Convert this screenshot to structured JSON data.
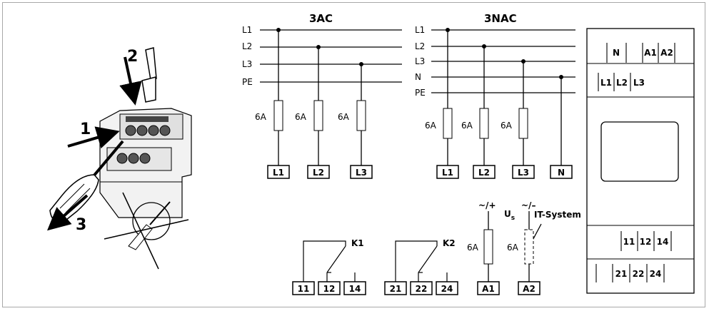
{
  "steps": {
    "step1": "1",
    "step2": "2",
    "step3": "3"
  },
  "ac3": {
    "title": "3AC",
    "lines": [
      "L1",
      "L2",
      "L3",
      "PE"
    ],
    "fuses": [
      "6A",
      "6A",
      "6A"
    ],
    "terminals": [
      "L1",
      "L2",
      "L3"
    ]
  },
  "nac3": {
    "title": "3NAC",
    "lines": [
      "L1",
      "L2",
      "L3",
      "N",
      "PE"
    ],
    "fuses": [
      "6A",
      "6A",
      "6A"
    ],
    "terminals": [
      "L1",
      "L2",
      "L3",
      "N"
    ]
  },
  "relays": [
    {
      "name": "K1",
      "terminals": [
        "11",
        "12",
        "14"
      ]
    },
    {
      "name": "K2",
      "terminals": [
        "21",
        "22",
        "24"
      ]
    }
  ],
  "supply": {
    "plus_label": "~/+",
    "minus_label": "~/–",
    "us_label": "U",
    "us_sub": "s",
    "it_system": "IT-System",
    "fuse_a1": "6A",
    "fuse_a2": "6A",
    "terminal_a1": "A1",
    "terminal_a2": "A2"
  },
  "device": {
    "top_row1": [
      "N",
      "A1",
      "A2"
    ],
    "top_row2": [
      "L1",
      "L2",
      "L3"
    ],
    "bottom_row1": [
      "11",
      "12",
      "14"
    ],
    "bottom_row2": [
      "21",
      "22",
      "24"
    ]
  }
}
